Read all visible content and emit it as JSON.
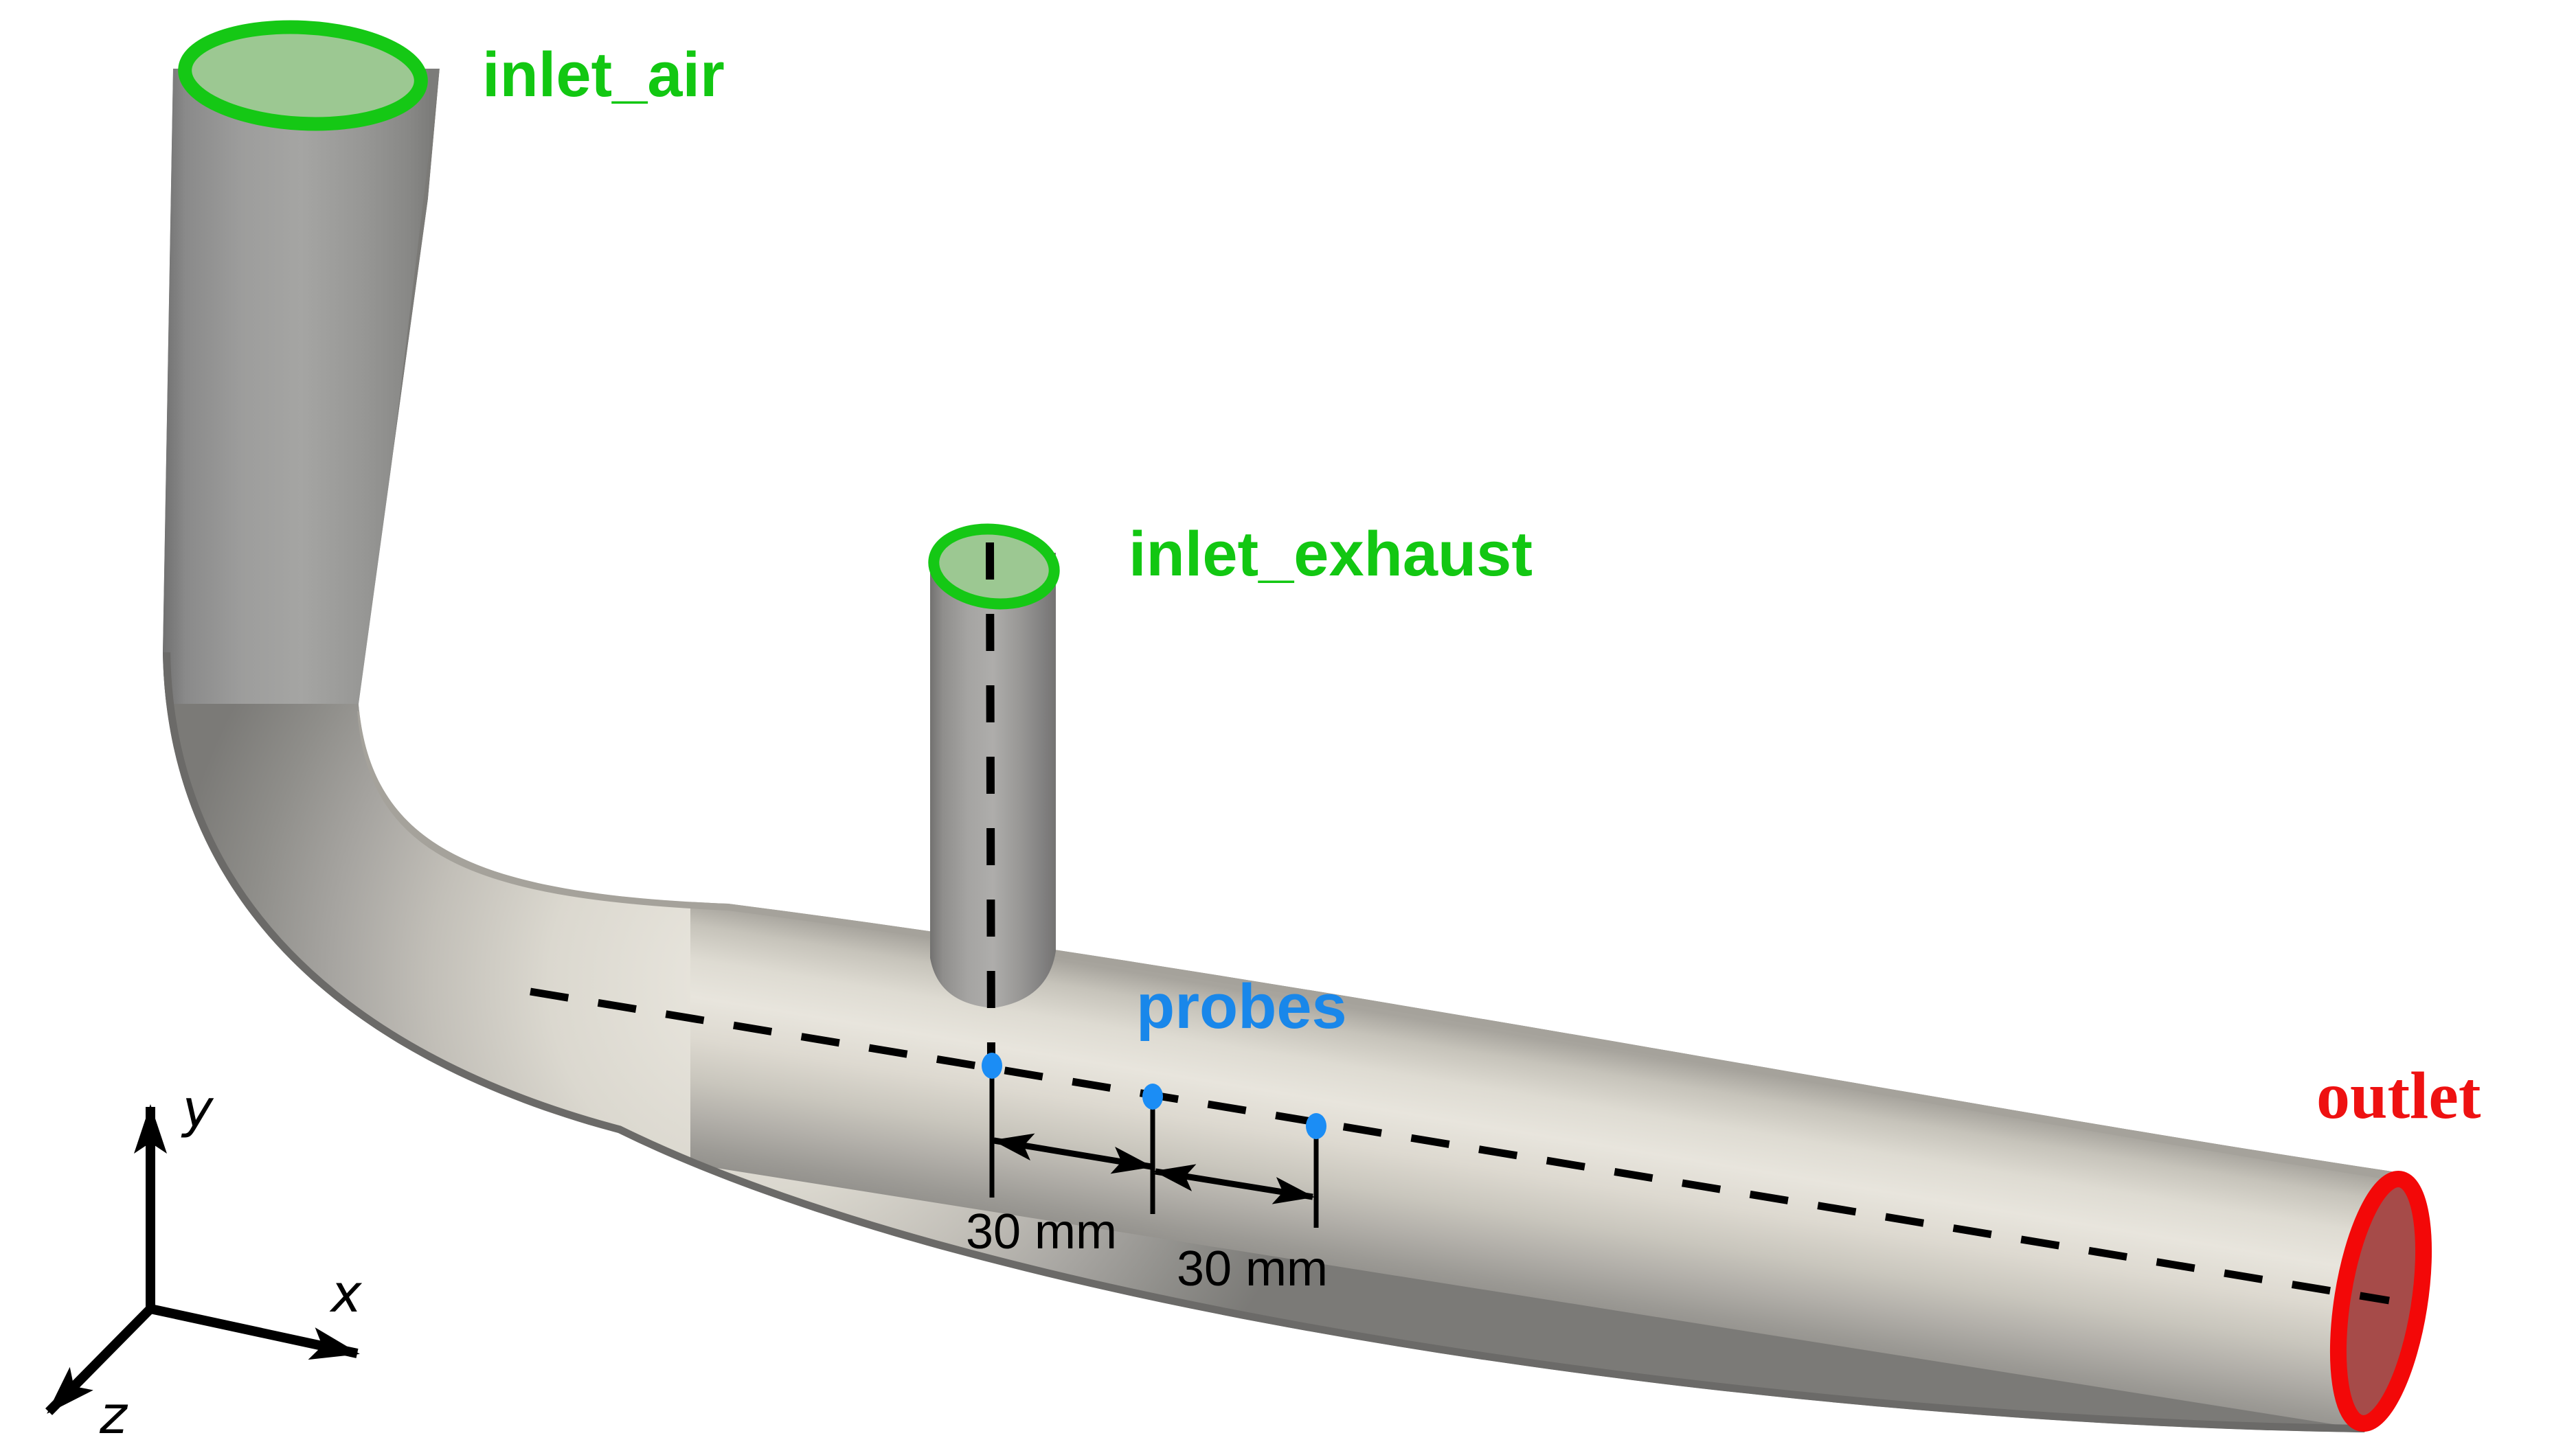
{
  "figure": {
    "description": "3D CFD pipe geometry with annotated boundary patches, probe locations and coordinate axes",
    "background": "#ffffff"
  },
  "boundaries": {
    "inlet_air": {
      "label": "inlet_air",
      "label_color": "#12c712",
      "ring_color": "#15c815",
      "face_color": "#9cc892"
    },
    "inlet_exhaust": {
      "label": "inlet_exhaust",
      "label_color": "#12c712",
      "ring_color": "#15c815",
      "face_color": "#9cc892"
    },
    "outlet": {
      "label": "outlet",
      "label_color": "#ee1111",
      "ring_color": "#f30808",
      "face_color": "#a64b49"
    }
  },
  "probes": {
    "label": "probes",
    "label_color": "#1987ea",
    "dot_color": "#1b8df5",
    "count": 3,
    "spacings": [
      {
        "value": "30 mm"
      },
      {
        "value": "30 mm"
      }
    ]
  },
  "centerline": {
    "style": "dashed",
    "color": "#000000"
  },
  "axes": {
    "x": "x",
    "y": "y",
    "z": "z",
    "color": "#000000"
  },
  "pipe": {
    "highlight_color": "#e8e5dd",
    "mid_color": "#c9c6bd",
    "dark_color": "#6c6b69",
    "steel_color": "#a3a3a1"
  }
}
